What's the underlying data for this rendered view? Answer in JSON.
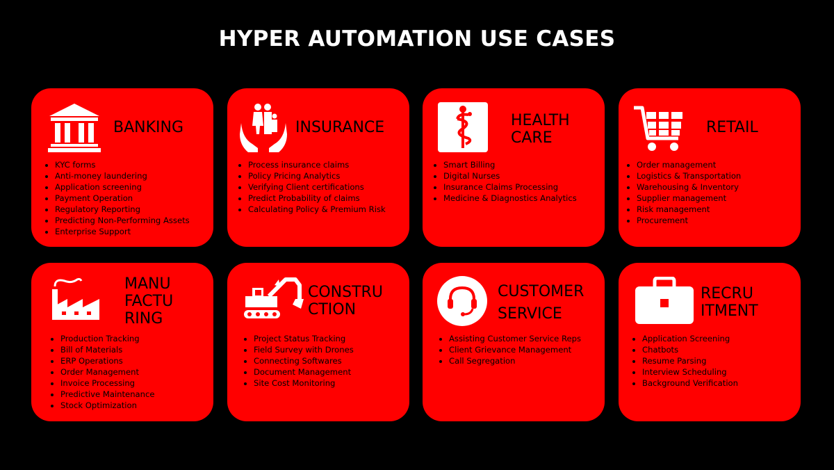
{
  "title": "HYPER AUTOMATION USE CASES",
  "colors": {
    "background": "#000000",
    "card": "#ff0000",
    "text": "#000000",
    "title": "#ffffff",
    "icon": "#ffffff"
  },
  "cards": [
    {
      "heading": "BANKING",
      "icon": "bank-icon",
      "items": [
        "KYC forms",
        "Anti-money laundering",
        "Application screening",
        "Payment Operation",
        "Regulatory Reporting",
        "Predicting Non-Performing Assets",
        "Enterprise Support"
      ]
    },
    {
      "heading": "INSURANCE",
      "icon": "family-care-icon",
      "items": [
        "Process insurance claims",
        "Policy Pricing Analytics",
        "Verifying Client certifications",
        "Predict Probability of claims",
        "Calculating Policy & Premium Risk"
      ]
    },
    {
      "heading": "HEALTH\nCARE",
      "icon": "caduceus-icon",
      "items": [
        "Smart Billing",
        "Digital Nurses",
        "Insurance Claims Processing",
        "Medicine & Diagnostics Analytics"
      ]
    },
    {
      "heading": "RETAIL",
      "icon": "shopping-cart-icon",
      "items": [
        "Order management",
        "Logistics & Transportation",
        "Warehousing & Inventory",
        "Supplier management",
        "Risk management",
        "Procurement"
      ]
    },
    {
      "heading": "MANU\nFACTU\nRING",
      "icon": "factory-icon",
      "items": [
        "Production Tracking",
        "Bill of Materials",
        "ERP Operations",
        "Order Management",
        "Invoice Processing",
        "Predictive Maintenance",
        "Stock Optimization"
      ]
    },
    {
      "heading": "CONSTRU\nCTION",
      "icon": "excavator-icon",
      "items": [
        "Project Status Tracking",
        "Field Survey with Drones",
        "Connecting Softwares",
        "Document Management",
        "Site Cost Monitoring"
      ]
    },
    {
      "heading": "CUSTOMER\nSERVICE",
      "icon": "headset-icon",
      "items": [
        "Assisting Customer Service Reps",
        "Client Grievance Management",
        "Call Segregation"
      ]
    },
    {
      "heading": "RECRU\nITMENT",
      "icon": "briefcase-icon",
      "items": [
        "Application Screening",
        "Chatbots",
        "Resume Parsing",
        "Interview Scheduling",
        "Background Verification"
      ]
    }
  ]
}
